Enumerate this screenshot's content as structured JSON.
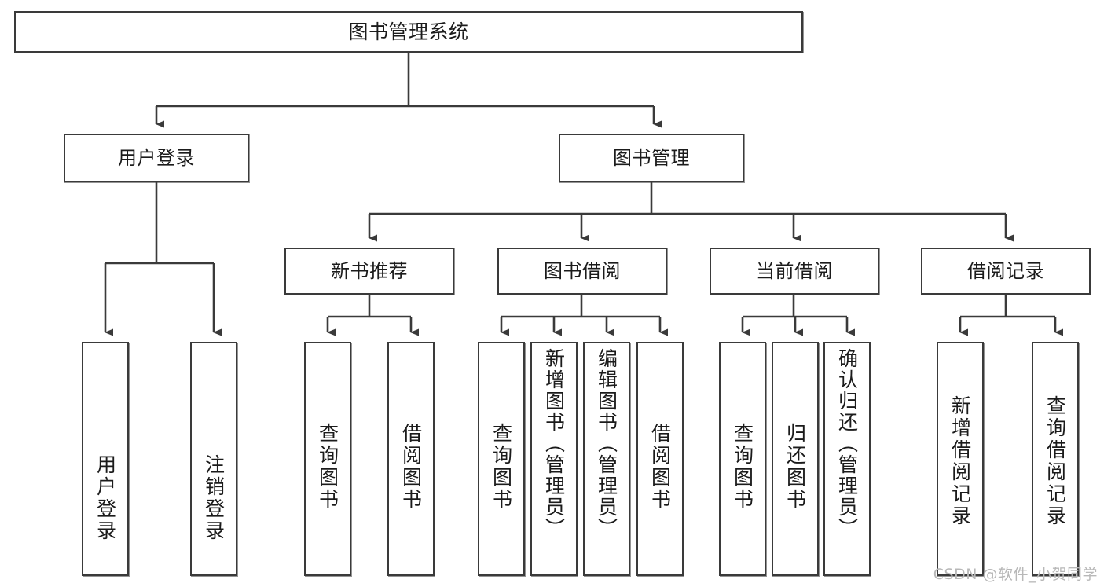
{
  "diagram": {
    "type": "tree-hierarchy-chart",
    "title": "图书管理系统",
    "stroke_color": "#3a3a3a",
    "fill_color": "#ffffff",
    "text_color": "#1b1b1b",
    "levels": [
      {
        "level": 1,
        "nodes": [
          {
            "id": "root",
            "label": "图书管理系统",
            "orientation": "horizontal"
          }
        ]
      },
      {
        "level": 2,
        "nodes": [
          {
            "id": "user-login",
            "label": "用户登录",
            "orientation": "horizontal"
          },
          {
            "id": "book-manage",
            "label": "图书管理",
            "orientation": "horizontal"
          }
        ]
      },
      {
        "level": 3,
        "nodes": [
          {
            "id": "new-book-rec",
            "label": "新书推荐",
            "orientation": "horizontal"
          },
          {
            "id": "book-borrow",
            "label": "图书借阅",
            "orientation": "horizontal"
          },
          {
            "id": "current-borrow",
            "label": "当前借阅",
            "orientation": "horizontal"
          },
          {
            "id": "borrow-record",
            "label": "借阅记录",
            "orientation": "horizontal"
          }
        ]
      },
      {
        "level": 4,
        "nodes": [
          {
            "id": "leaf-user-login",
            "label": "用户登录",
            "orientation": "vertical",
            "parent": "user-login"
          },
          {
            "id": "leaf-logout",
            "label": "注销登录",
            "orientation": "vertical",
            "parent": "user-login"
          },
          {
            "id": "leaf-query-book-1",
            "label": "查询图书",
            "orientation": "vertical",
            "parent": "new-book-rec"
          },
          {
            "id": "leaf-borrow-book-1",
            "label": "借阅图书",
            "orientation": "vertical",
            "parent": "new-book-rec"
          },
          {
            "id": "leaf-query-book-2",
            "label": "查询图书",
            "orientation": "vertical",
            "parent": "book-borrow"
          },
          {
            "id": "leaf-add-book",
            "label": "新增图书（管理员）",
            "orientation": "vertical",
            "parent": "book-borrow"
          },
          {
            "id": "leaf-edit-book",
            "label": "编辑图书（管理员）",
            "orientation": "vertical",
            "parent": "book-borrow"
          },
          {
            "id": "leaf-borrow-book-2",
            "label": "借阅图书",
            "orientation": "vertical",
            "parent": "book-borrow"
          },
          {
            "id": "leaf-query-book-3",
            "label": "查询图书",
            "orientation": "vertical",
            "parent": "current-borrow"
          },
          {
            "id": "leaf-return-book",
            "label": "归还图书",
            "orientation": "vertical",
            "parent": "current-borrow"
          },
          {
            "id": "leaf-confirm-return",
            "label": "确认归还（管理员）",
            "orientation": "vertical",
            "parent": "current-borrow"
          },
          {
            "id": "leaf-add-record",
            "label": "新增借阅记录",
            "orientation": "vertical",
            "parent": "borrow-record"
          },
          {
            "id": "leaf-query-record",
            "label": "查询借阅记录",
            "orientation": "vertical",
            "parent": "borrow-record"
          }
        ]
      }
    ]
  },
  "watermark": {
    "text": "CSDN @软件_小贺同学"
  }
}
